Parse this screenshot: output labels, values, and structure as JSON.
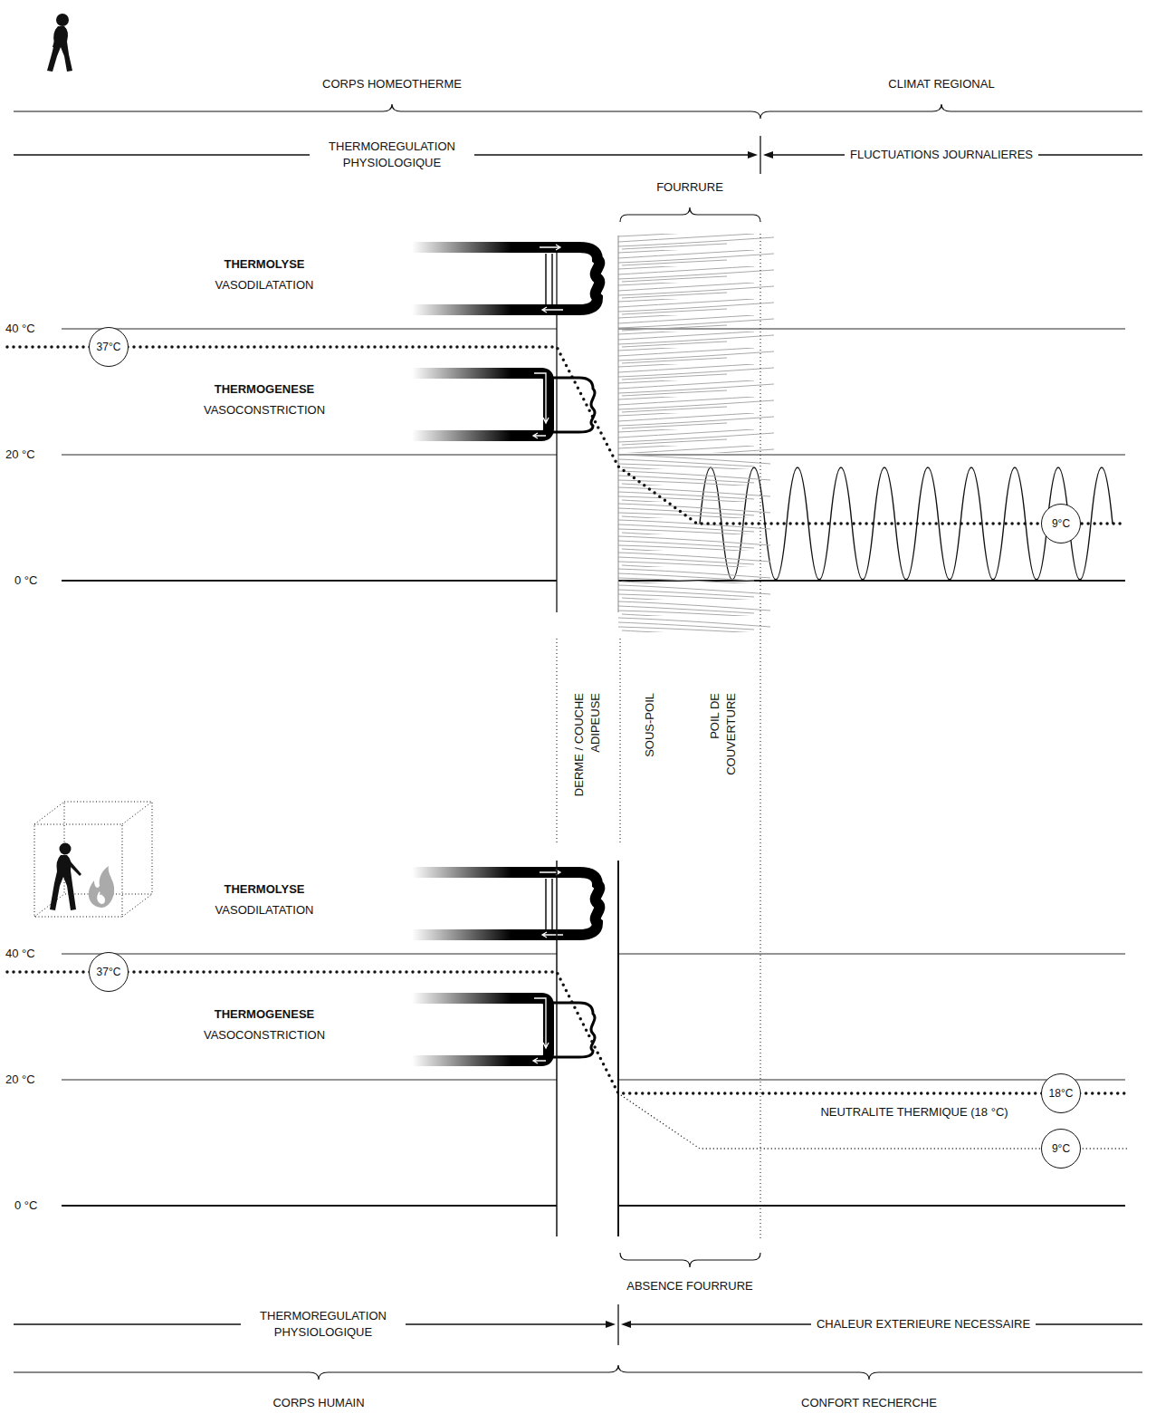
{
  "diagram": {
    "nodes": [
      {
        "text": [
          "37°C"
        ]
      },
      {
        "text": [
          "9°C"
        ]
      },
      {
        "text": [
          "37°C"
        ]
      },
      {
        "text": [
          "18°C"
        ]
      },
      {
        "text": [
          "9°C"
        ]
      }
    ],
    "labels": [
      "CORPS HOMEOTHERME",
      "CLIMAT REGIONAL",
      "THERMOREGULATION PHYSIOLOGIQUE",
      "FLUCTUATIONS JOURNALIERES",
      "FOURRURE",
      "THERMOLYSE",
      "VASODILATATION",
      "40 °C",
      "THERMOGENESE",
      "VASOCONSTRICTION",
      "20 °C",
      "0 °C",
      "DERME / COUCHE ADIPEUSE",
      "SOUS-POIL",
      "POIL DE COUVERTURE",
      "THERMOLYSE",
      "VASODILATATION",
      "40 °C",
      "THERMOGENESE",
      "VASOCONSTRICTION",
      "20 °C",
      "NEUTRALITE THERMIQUE (18 °C)",
      "0 °C",
      "ABSENCE FOURRURE",
      "THERMOREGULATION PHYSIOLOGIQUE",
      "CHALEUR EXTERIEURE NECESSAIRE",
      "CORPS HUMAIN",
      "CONFORT RECHERCHE"
    ]
  }
}
